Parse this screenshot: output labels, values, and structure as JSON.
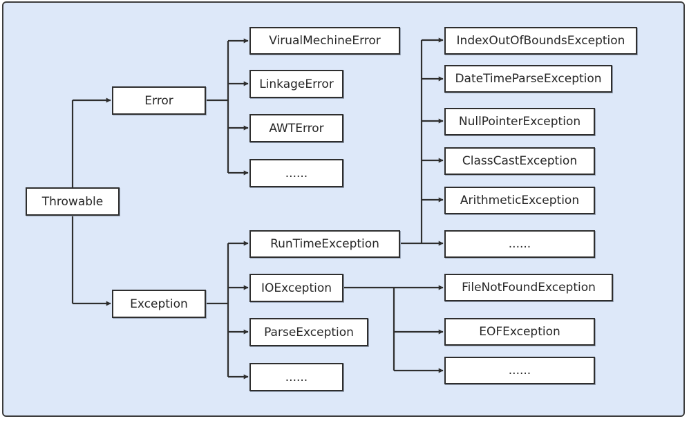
{
  "diagram": {
    "root": {
      "label": "Throwable"
    },
    "error": {
      "label": "Error",
      "children": [
        "VirualMechineError",
        "LinkageError",
        "AWTError",
        "......"
      ]
    },
    "exception": {
      "label": "Exception",
      "children": [
        "RunTimeException",
        "IOException",
        "ParseException",
        "......"
      ]
    },
    "runtime_children": [
      "IndexOutOfBoundsException",
      "DateTimeParseException",
      "NullPointerException",
      "ClassCastException",
      "ArithmeticException",
      "......"
    ],
    "io_children": [
      "FileNotFoundException",
      "EOFException",
      "......"
    ],
    "colors": {
      "background": "#dde8f9",
      "node_fill": "#ffffff",
      "node_border": "#2e2e2e",
      "connector": "#2e2e2e",
      "text": "#262626"
    }
  }
}
